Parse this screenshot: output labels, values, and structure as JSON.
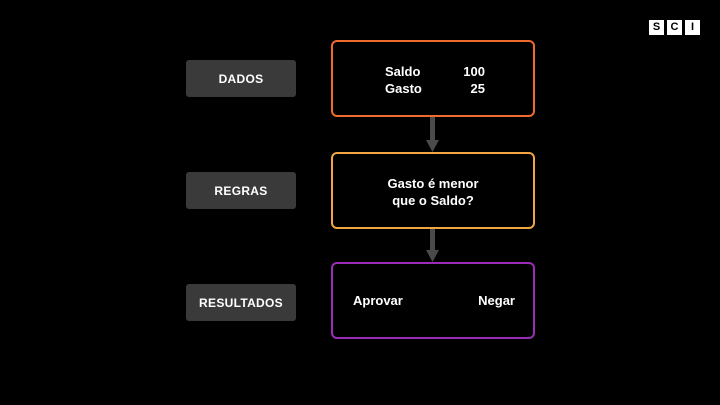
{
  "logo": {
    "letters": [
      "S",
      "C",
      "I"
    ]
  },
  "labels": {
    "dados": "DADOS",
    "regras": "REGRAS",
    "resultados": "RESULTADOS"
  },
  "dados": {
    "rows": [
      {
        "key": "Saldo",
        "value": "100"
      },
      {
        "key": "Gasto",
        "value": "25"
      }
    ]
  },
  "regras": {
    "line1": "Gasto é menor",
    "line2": "que o Saldo?"
  },
  "resultados": {
    "option_a": "Aprovar",
    "option_b": "Negar"
  },
  "colors": {
    "dados_border": "#ee6a2d",
    "regras_border": "#f1a543",
    "resultados_border": "#9a2cb8",
    "label_bg": "#3a3a3a",
    "arrow": "#4a4a4a"
  }
}
